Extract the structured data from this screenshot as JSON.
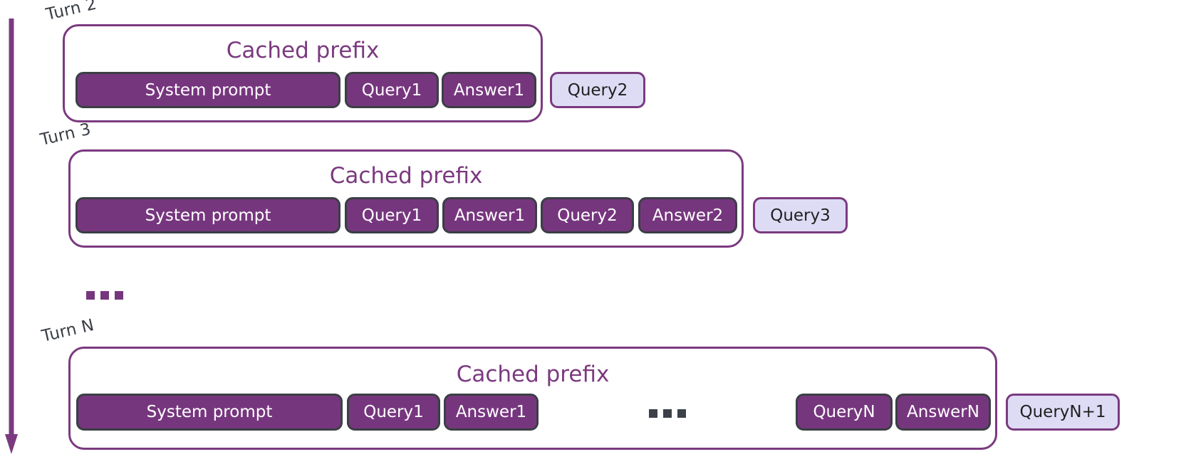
{
  "diagram": {
    "title_text": "Cached prefix",
    "timeline": {
      "icon": "down-arrow-icon",
      "color": "#7b3a80"
    },
    "colors": {
      "filled_chip_bg": "#76367e",
      "filled_chip_border": "#3b3f44",
      "filled_chip_text": "#ffffff",
      "outline_chip_bg": "#dedcf5",
      "outline_chip_border": "#7b3a80",
      "outline_chip_text": "#1f1f1f",
      "prefix_border": "#7b3a80",
      "prefix_title_text": "#7b3a80",
      "turn_label_text": "#3a3f45",
      "ellipsis_purple": "#76367e",
      "ellipsis_dark": "#3b4049",
      "background": "#ffffff"
    },
    "rows": [
      {
        "turn_label": "Turn 2",
        "prefix_title": "Cached prefix",
        "cached_chips": [
          {
            "label": "System prompt"
          },
          {
            "label": "Query1"
          },
          {
            "label": "Answer1"
          }
        ],
        "pending_chip": {
          "label": "Query2"
        }
      },
      {
        "turn_label": "Turn 3",
        "prefix_title": "Cached prefix",
        "cached_chips": [
          {
            "label": "System prompt"
          },
          {
            "label": "Query1"
          },
          {
            "label": "Answer1"
          },
          {
            "label": "Query2"
          },
          {
            "label": "Answer2"
          }
        ],
        "pending_chip": {
          "label": "Query3"
        }
      },
      {
        "turn_label": "Turn N",
        "prefix_title": "Cached prefix",
        "cached_chips": [
          {
            "label": "System prompt"
          },
          {
            "label": "Query1"
          },
          {
            "label": "Answer1"
          },
          {
            "label": "QueryN"
          },
          {
            "label": "AnswerN"
          }
        ],
        "inner_ellipsis": "...",
        "pending_chip": {
          "label": "QueryN+1"
        }
      }
    ],
    "between_rows_ellipsis": "..."
  }
}
